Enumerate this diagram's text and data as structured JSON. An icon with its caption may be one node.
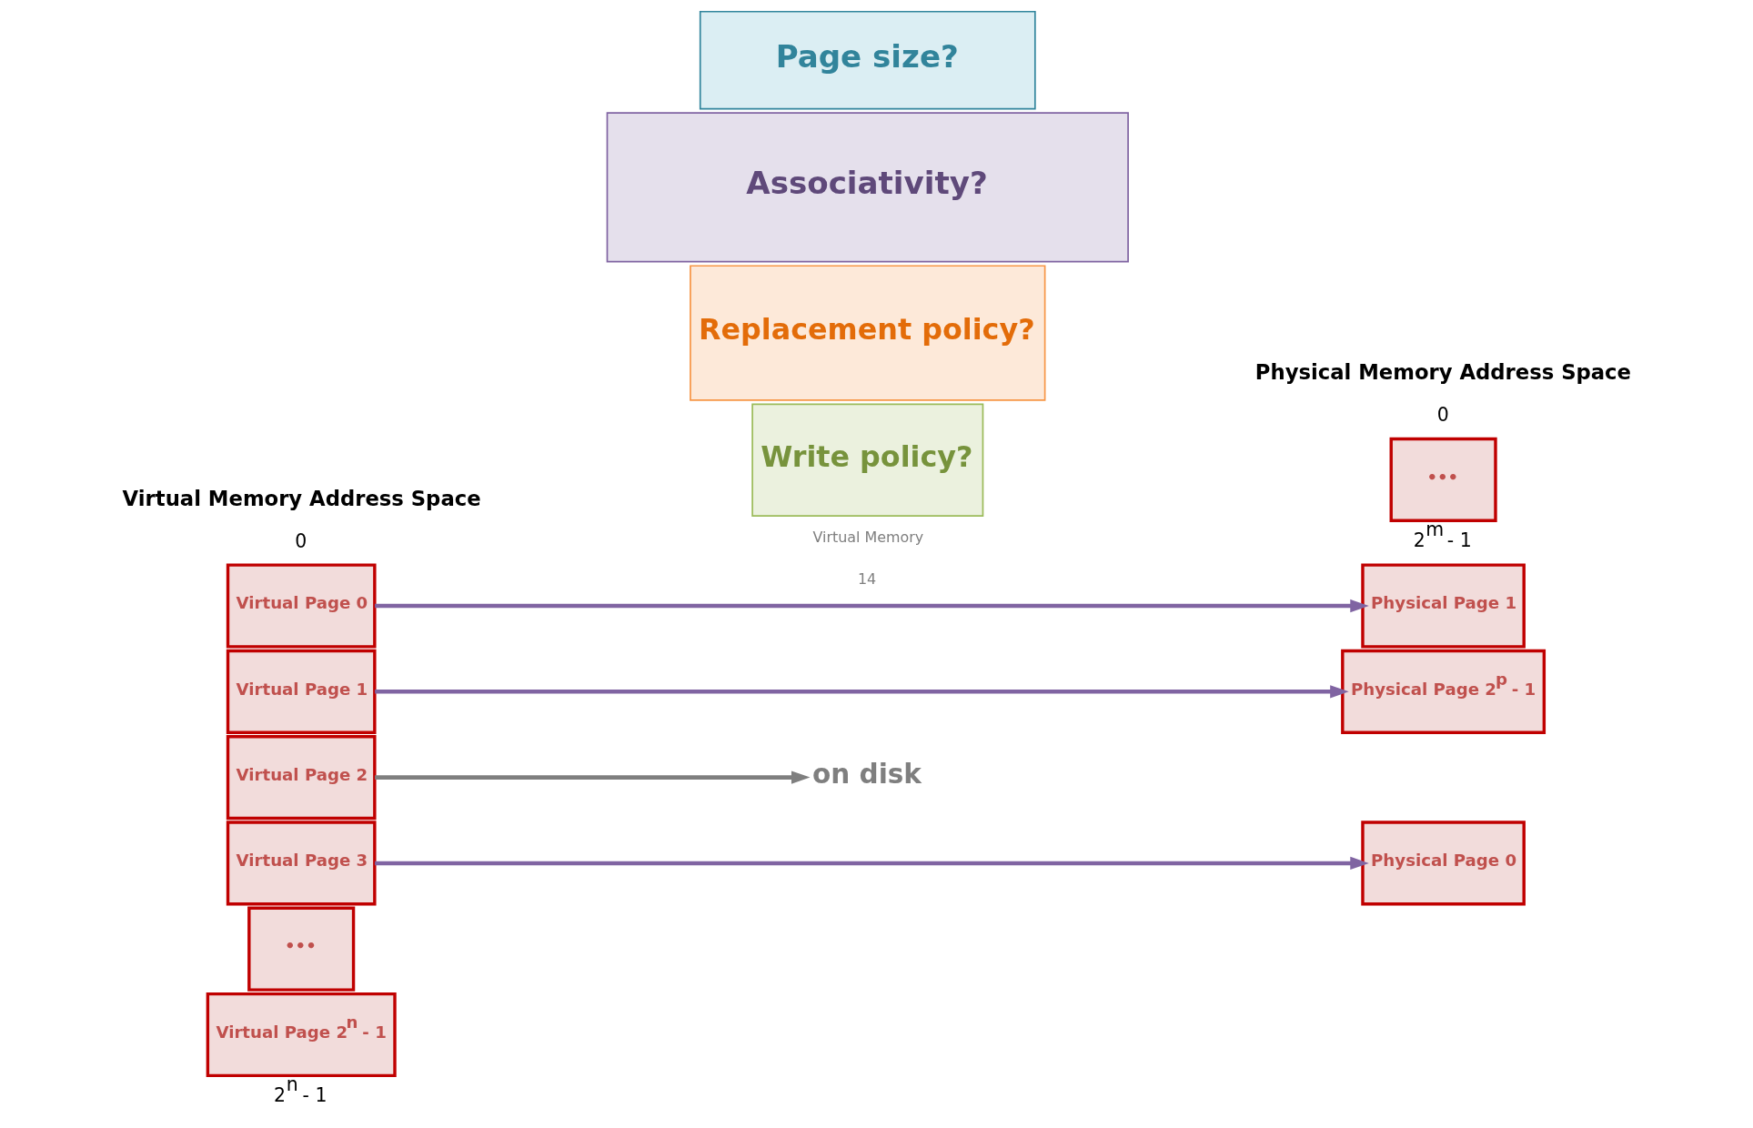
{
  "diagram": {
    "nodes": [
      {
        "text": [
          "Page size?"
        ]
      },
      {
        "text": [
          "Virtual Page 0"
        ]
      },
      {
        "text": [
          "Virtual Page 1"
        ]
      },
      {
        "text": [
          "Virtual Page 2"
        ]
      },
      {
        "text": [
          "Virtual Page 3"
        ]
      },
      {
        "text": [
          "•••"
        ]
      },
      {
        "text": [
          "Virtual Page 2$^{n}$ - 1"
        ]
      },
      {
        "text": [
          "Associativity?"
        ]
      },
      {
        "text": [
          "on disk"
        ]
      },
      {
        "text": [
          "Physical Page 0"
        ]
      },
      {
        "text": [
          "Physical Page 1"
        ]
      },
      {
        "text": [
          "•••"
        ]
      },
      {
        "text": [
          "Physical Page 2$^{p}$ - 1"
        ]
      },
      {
        "text": [
          "Replacement policy?"
        ]
      },
      {
        "text": [
          "Write policy?"
        ]
      }
    ],
    "edges": [
      {
        "from": 1,
        "to": 10,
        "arrow": "to"
      },
      {
        "from": 2,
        "to": 12,
        "arrow": "to"
      },
      {
        "from": 3,
        "to": 8,
        "arrow": "to",
        "color": "#7f7f7f"
      },
      {
        "from": 4,
        "to": 9,
        "arrow": "to"
      }
    ],
    "labels": [
      "Virtual Memory Address Space",
      "0",
      "2$^{n}$ - 1",
      "Physical Memory Address Space",
      "0",
      "2$^{m}$ - 1",
      "Virtual Memory",
      "14"
    ]
  }
}
